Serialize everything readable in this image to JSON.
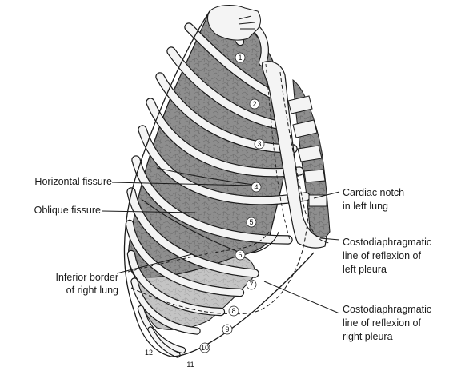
{
  "labels": {
    "horizontal_fissure": "Horizontal fissure",
    "oblique_fissure": "Oblique fissure",
    "inferior_border_l1": "Inferior border",
    "inferior_border_l2": "of right lung",
    "cardiac_notch_l1": "Cardiac notch",
    "cardiac_notch_l2": "in left lung",
    "costo_left_l1": "Costodiaphragmatic",
    "costo_left_l2": "line of reflexion of",
    "costo_left_l3": "left pleura",
    "costo_right_l1": "Costodiaphragmatic",
    "costo_right_l2": "line of reflexion of",
    "costo_right_l3": "right pleura"
  },
  "rib_numbers": [
    "1",
    "2",
    "3",
    "4",
    "5",
    "6",
    "7",
    "8",
    "9",
    "10",
    "11",
    "12"
  ],
  "colors": {
    "lung_fill": "#8e8e8e",
    "lung_lower_fill": "#c4c4c4",
    "rib_fill": "#f4f4f4",
    "outline": "#1a1a1a"
  }
}
